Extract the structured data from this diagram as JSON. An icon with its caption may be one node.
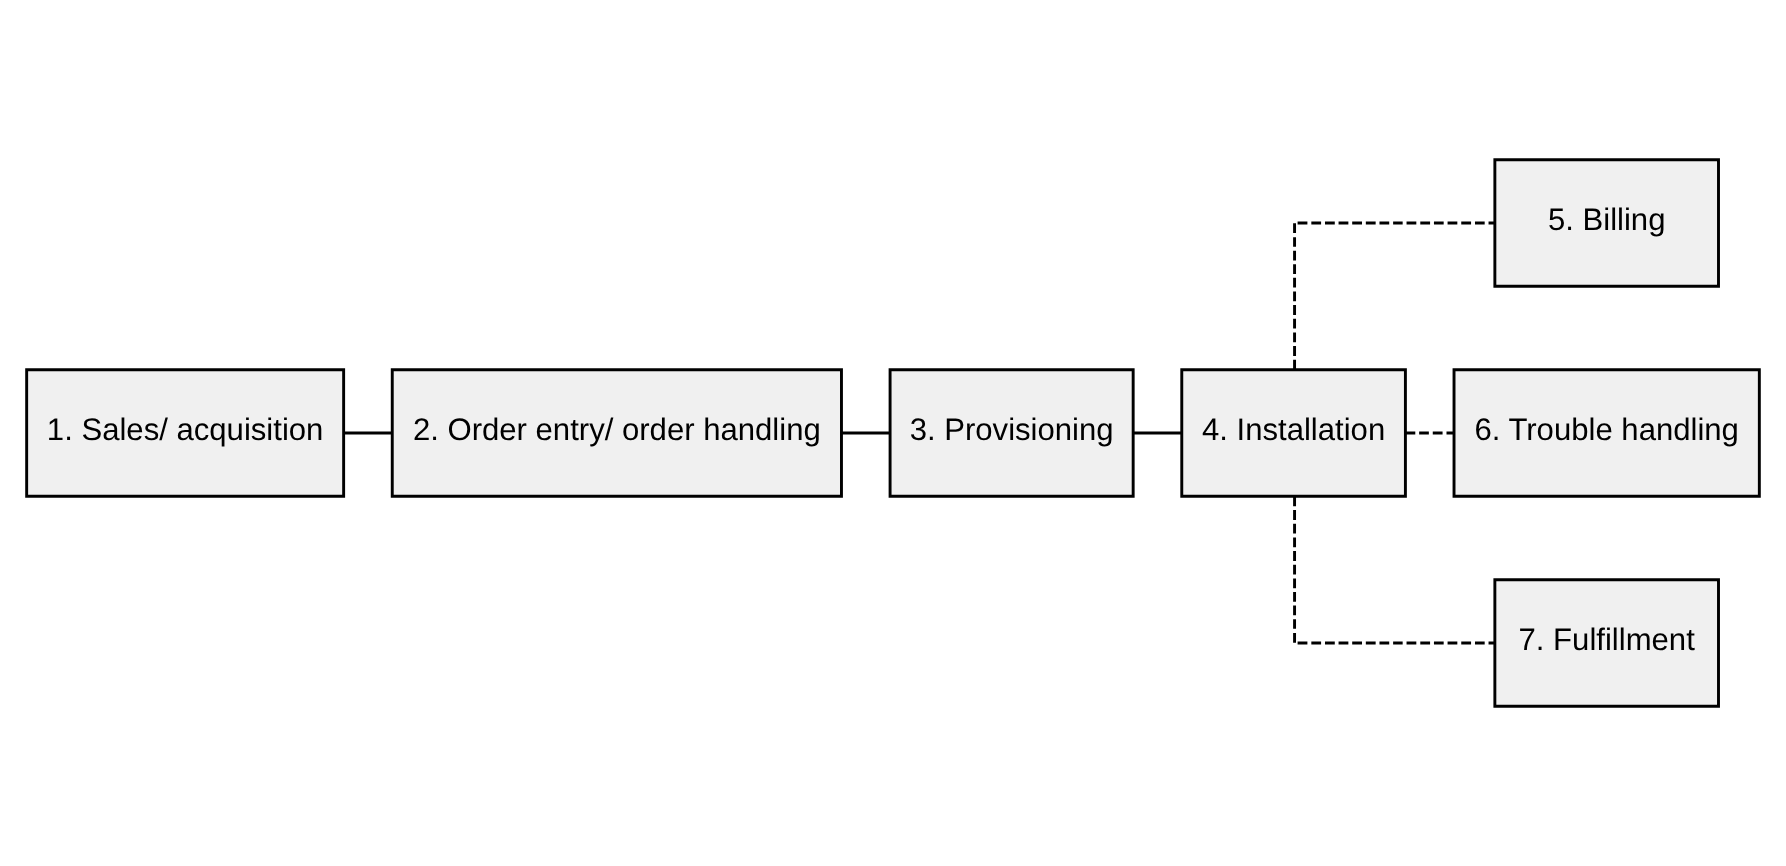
{
  "diagram": {
    "nodes": [
      {
        "text": [
          "1. Sales/ acquisition"
        ]
      },
      {
        "text": [
          "2. Order entry/ order handling"
        ]
      },
      {
        "text": [
          "3. Provisioning"
        ]
      },
      {
        "text": [
          "4. Installation"
        ]
      },
      {
        "text": [
          "5. Billing"
        ]
      },
      {
        "text": [
          "6. Trouble handling"
        ]
      },
      {
        "text": [
          "7. Fulfillment"
        ]
      }
    ],
    "edges": [
      {
        "from": 0,
        "to": 1,
        "arrow": "none"
      },
      {
        "from": 1,
        "to": 2,
        "arrow": "none"
      },
      {
        "from": 2,
        "to": 3,
        "arrow": "none"
      },
      {
        "from": 3,
        "to": 4,
        "arrow": "none",
        "style": "dashed"
      },
      {
        "from": 3,
        "to": 5,
        "arrow": "none",
        "style": "dashed"
      },
      {
        "from": 3,
        "to": 6,
        "arrow": "none",
        "style": "dashed"
      }
    ]
  }
}
